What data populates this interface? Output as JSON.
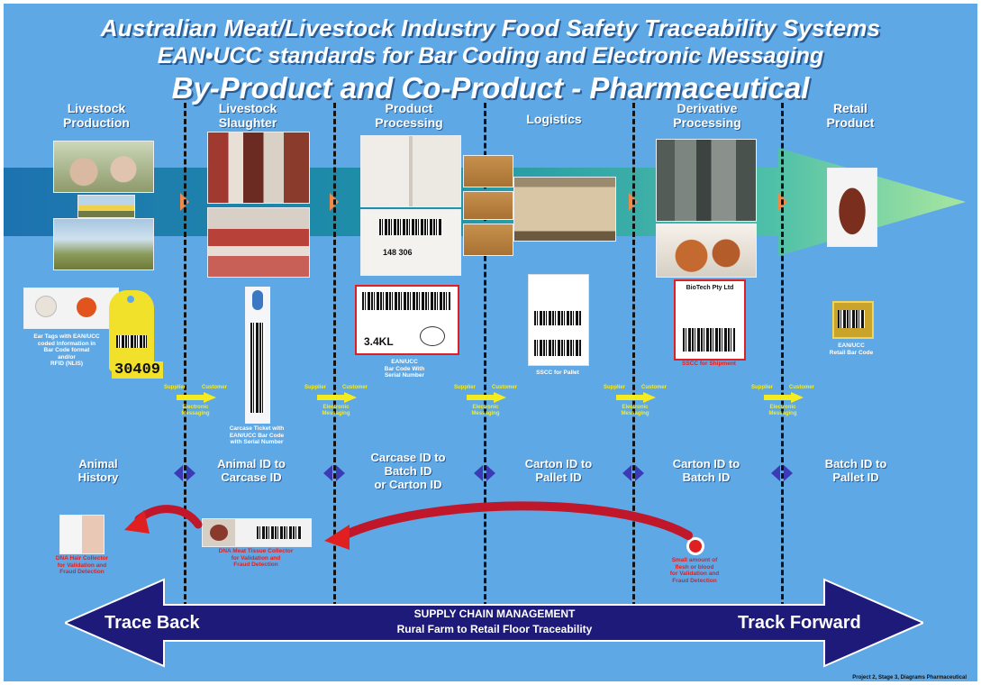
{
  "header": {
    "line1": "Australian Meat/Livestock Industry Food Safety Traceability Systems",
    "line2": "EAN•UCC standards for Bar Coding and Electronic Messaging",
    "line3": "By-Product and Co-Product - Pharmaceutical"
  },
  "stages": [
    {
      "label": "Livestock\nProduction"
    },
    {
      "label": "Livestock\nSlaughter"
    },
    {
      "label": "Product\nProcessing"
    },
    {
      "label": "Logistics"
    },
    {
      "label": "Derivative\nProcessing"
    },
    {
      "label": "Retail\nProduct"
    }
  ],
  "captions": {
    "ear_tags": "Ear Tags with EAN/UCC\ncoded Information in\nBar Code format\nand/or\nRFID (NLIS)",
    "ear_tag_number": "30409",
    "carcase_ticket": "Carcase Ticket with\nEAN/UCC Bar Code\nwith Serial Number",
    "carton_label": "EAN/UCC\nBar Code With\nSerial Number",
    "carton_weight": "3.4KL",
    "pallet_label": "SSCC for Pallet",
    "shipment_label": "SSCC for Shipment",
    "shipment_company": "BioTech Pty Ltd",
    "retail_barcode": "EAN/UCC\nRetail Bar Code"
  },
  "messaging": {
    "supplier": "Supplier",
    "customer": "Customer",
    "electronic": "Electronic\nMessaging"
  },
  "id_flow": [
    "Animal\nHistory",
    "Animal ID to\nCarcase ID",
    "Carcase ID to\nBatch ID\nor Carton ID",
    "Carton ID to\nPallet ID",
    "Carton ID to\nBatch ID",
    "Batch ID to\nPallet ID"
  ],
  "dna": {
    "hair": "DNA Hair Collector\nfor Validation and\nFraud Detection",
    "meat": "DNA Meat Tissue Collector\nfor Validation and\nFraud Detection",
    "sample": "Small amount of\nflesh or blood\nfor Validation and\nFraud Detection"
  },
  "supply_chain": {
    "left": "Trace Back",
    "right": "Track Forward",
    "title": "SUPPLY CHAIN MANAGEMENT",
    "subtitle": "Rural Farm to Retail Floor Traceability"
  },
  "footer": "Project 2, Stage 3, Diagrams Pharmaceutical",
  "colors": {
    "background": "#5fa8e6",
    "divider": "#111111",
    "band": "#1d1a7a",
    "dna_red": "#e02020",
    "messaging": "#f5ec20"
  }
}
